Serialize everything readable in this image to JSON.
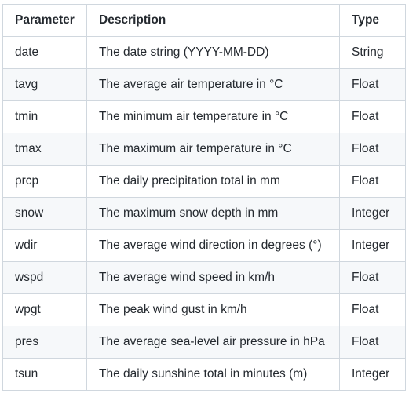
{
  "table": {
    "headers": [
      "Parameter",
      "Description",
      "Type"
    ],
    "rows": [
      {
        "parameter": "date",
        "description": "The date string (YYYY-MM-DD)",
        "type": "String"
      },
      {
        "parameter": "tavg",
        "description": "The average air temperature in °C",
        "type": "Float"
      },
      {
        "parameter": "tmin",
        "description": "The minimum air temperature in °C",
        "type": "Float"
      },
      {
        "parameter": "tmax",
        "description": "The maximum air temperature in °C",
        "type": "Float"
      },
      {
        "parameter": "prcp",
        "description": "The daily precipitation total in mm",
        "type": "Float"
      },
      {
        "parameter": "snow",
        "description": "The maximum snow depth in mm",
        "type": "Integer"
      },
      {
        "parameter": "wdir",
        "description": "The average wind direction in degrees (°)",
        "type": "Integer"
      },
      {
        "parameter": "wspd",
        "description": "The average wind speed in km/h",
        "type": "Float"
      },
      {
        "parameter": "wpgt",
        "description": "The peak wind gust in km/h",
        "type": "Float"
      },
      {
        "parameter": "pres",
        "description": "The average sea-level air pressure in hPa",
        "type": "Float"
      },
      {
        "parameter": "tsun",
        "description": "The daily sunshine total in minutes (m)",
        "type": "Integer"
      }
    ]
  }
}
